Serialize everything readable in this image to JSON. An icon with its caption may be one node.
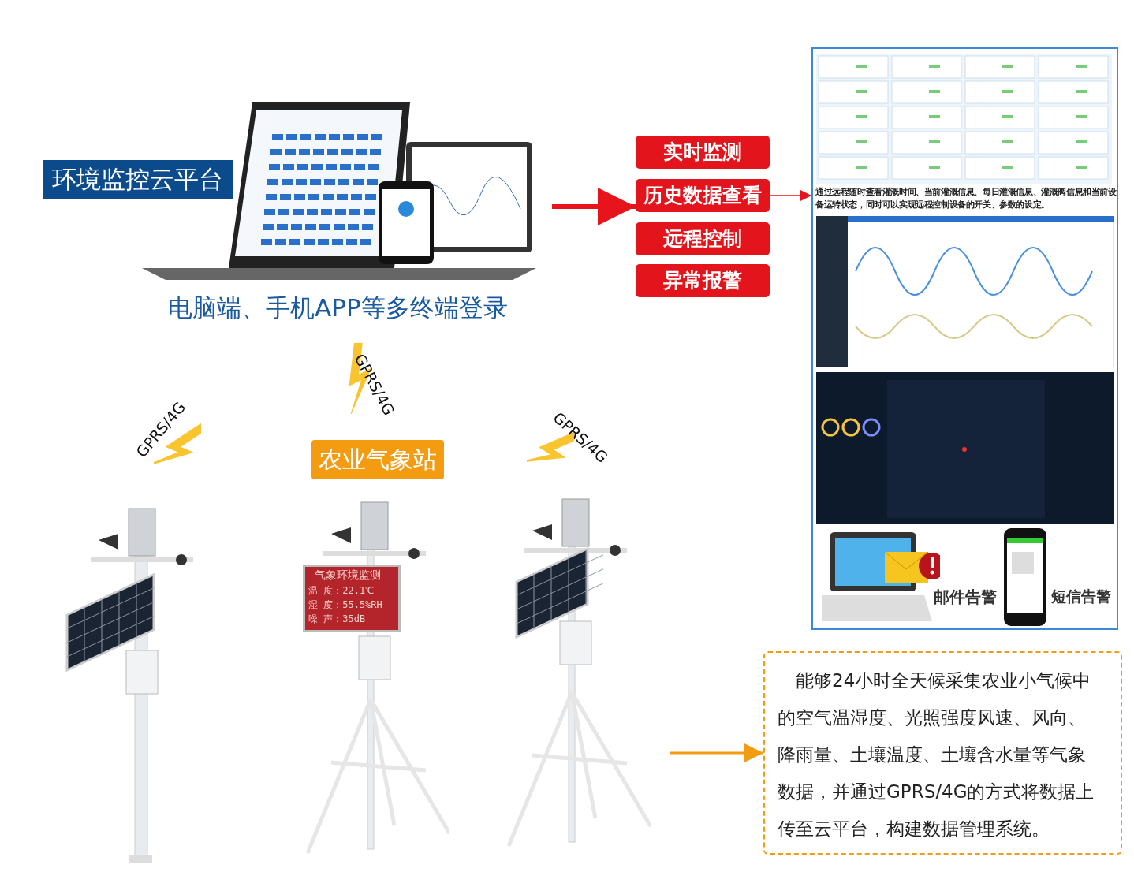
{
  "diagram": {
    "nodes": [
      {
        "text": [
          "环境监控云平台"
        ]
      },
      {
        "text": [
          "实时监测"
        ]
      },
      {
        "text": [
          "历史数据查看"
        ]
      },
      {
        "text": [
          "远程控制"
        ]
      },
      {
        "text": [
          "异常报警"
        ]
      },
      {
        "text": [
          "通过远程随时查看灌溉时间、当前灌溉信息、每日灌溉信息、灌溉阀信息和当前设备运转状态，同时可以实现远程控制设备的开关、参数的设定。"
        ]
      },
      {
        "text": [
          "邮件告警"
        ],
        "in": 5
      },
      {
        "text": [
          "短信告警"
        ],
        "in": 5
      },
      {
        "text": [
          "农业气象站"
        ]
      },
      {
        "text": [],
        "shape": "picture"
      },
      {
        "text": [],
        "shape": "picture"
      },
      {
        "text": [
          "气象环境监测",
          "温 度：22.1℃",
          "湿 度：55.5%RH",
          "噪 声：35dB"
        ],
        "in": 10
      },
      {
        "text": [],
        "shape": "picture"
      },
      {
        "text": [
          "能够24小时全天候采集农业小气候中的空气温湿度、光照强度风速、风向、降雨量、土壤温度、土壤含水量等气象数据，并通过GPRS/4G的方式将数据上传至云平台，构建数据管理系统。"
        ]
      }
    ],
    "edges": [
      {
        "from": 0,
        "to": 2,
        "arrow": "to",
        "style": "thick"
      },
      {
        "from": 2,
        "to": 5,
        "arrow": "to"
      },
      {
        "from": null,
        "to": 13,
        "arrow": "to",
        "color": "#f39c12"
      }
    ],
    "labels": [
      "电脑端、手机APP等多终端登录",
      "GPRS/4G",
      "GPRS/4G",
      "GPRS/4G"
    ]
  }
}
